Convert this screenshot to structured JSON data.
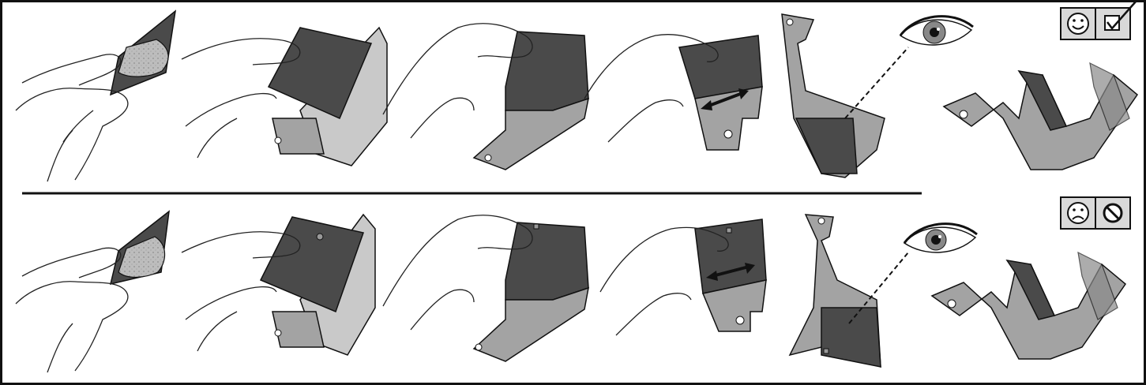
{
  "colors": {
    "frame": "#111111",
    "pad_dark": "#4a4a4a",
    "bracket_gray": "#a3a3a3",
    "bracket_light": "#c9c9c9",
    "backing_paper": "#b9b9b9",
    "status_box_bg": "#d9d9d9",
    "skin_outline": "#222222"
  },
  "rows": [
    {
      "id": "correct",
      "status_icons": [
        "smiley-happy-icon",
        "checkbox-checked-icon"
      ],
      "steps": [
        "peel-backing-step",
        "place-pad-step",
        "press-pad-step",
        "rub-pad-step",
        "inspect-bracket-step",
        "result-bracket-step"
      ],
      "bubbles": false
    },
    {
      "id": "incorrect",
      "status_icons": [
        "smiley-sad-icon",
        "prohibited-icon"
      ],
      "steps": [
        "peel-backing-step",
        "place-pad-step",
        "press-pad-step",
        "rub-pad-step",
        "inspect-bracket-step",
        "result-bracket-step"
      ],
      "bubbles": true
    }
  ]
}
